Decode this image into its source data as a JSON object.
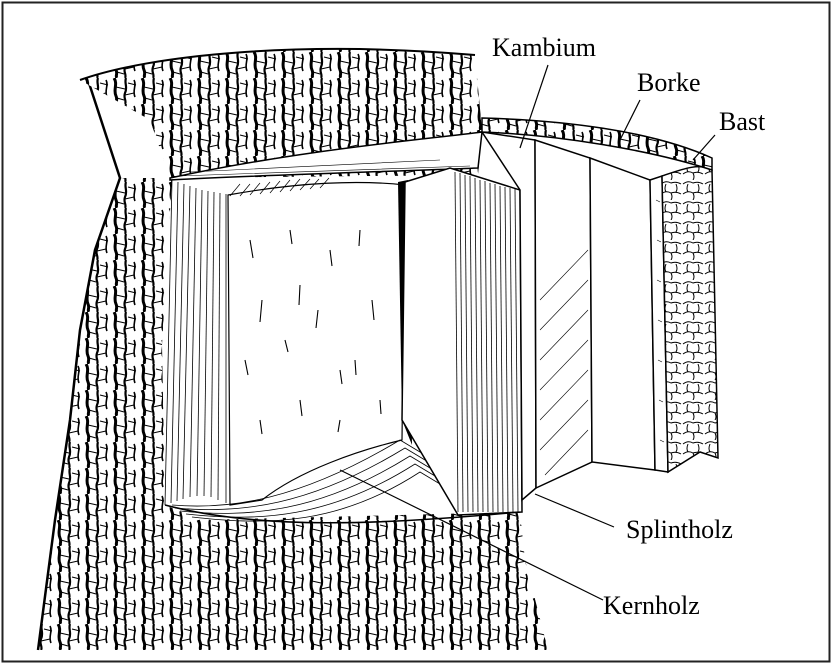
{
  "diagram": {
    "labels": {
      "kambium": "Kambium",
      "borke": "Borke",
      "bast": "Bast",
      "splintholz": "Splintholz",
      "kernholz": "Kernholz"
    }
  },
  "colors": {
    "ink": "#000000",
    "paper": "#ffffff",
    "border": "#222222"
  }
}
